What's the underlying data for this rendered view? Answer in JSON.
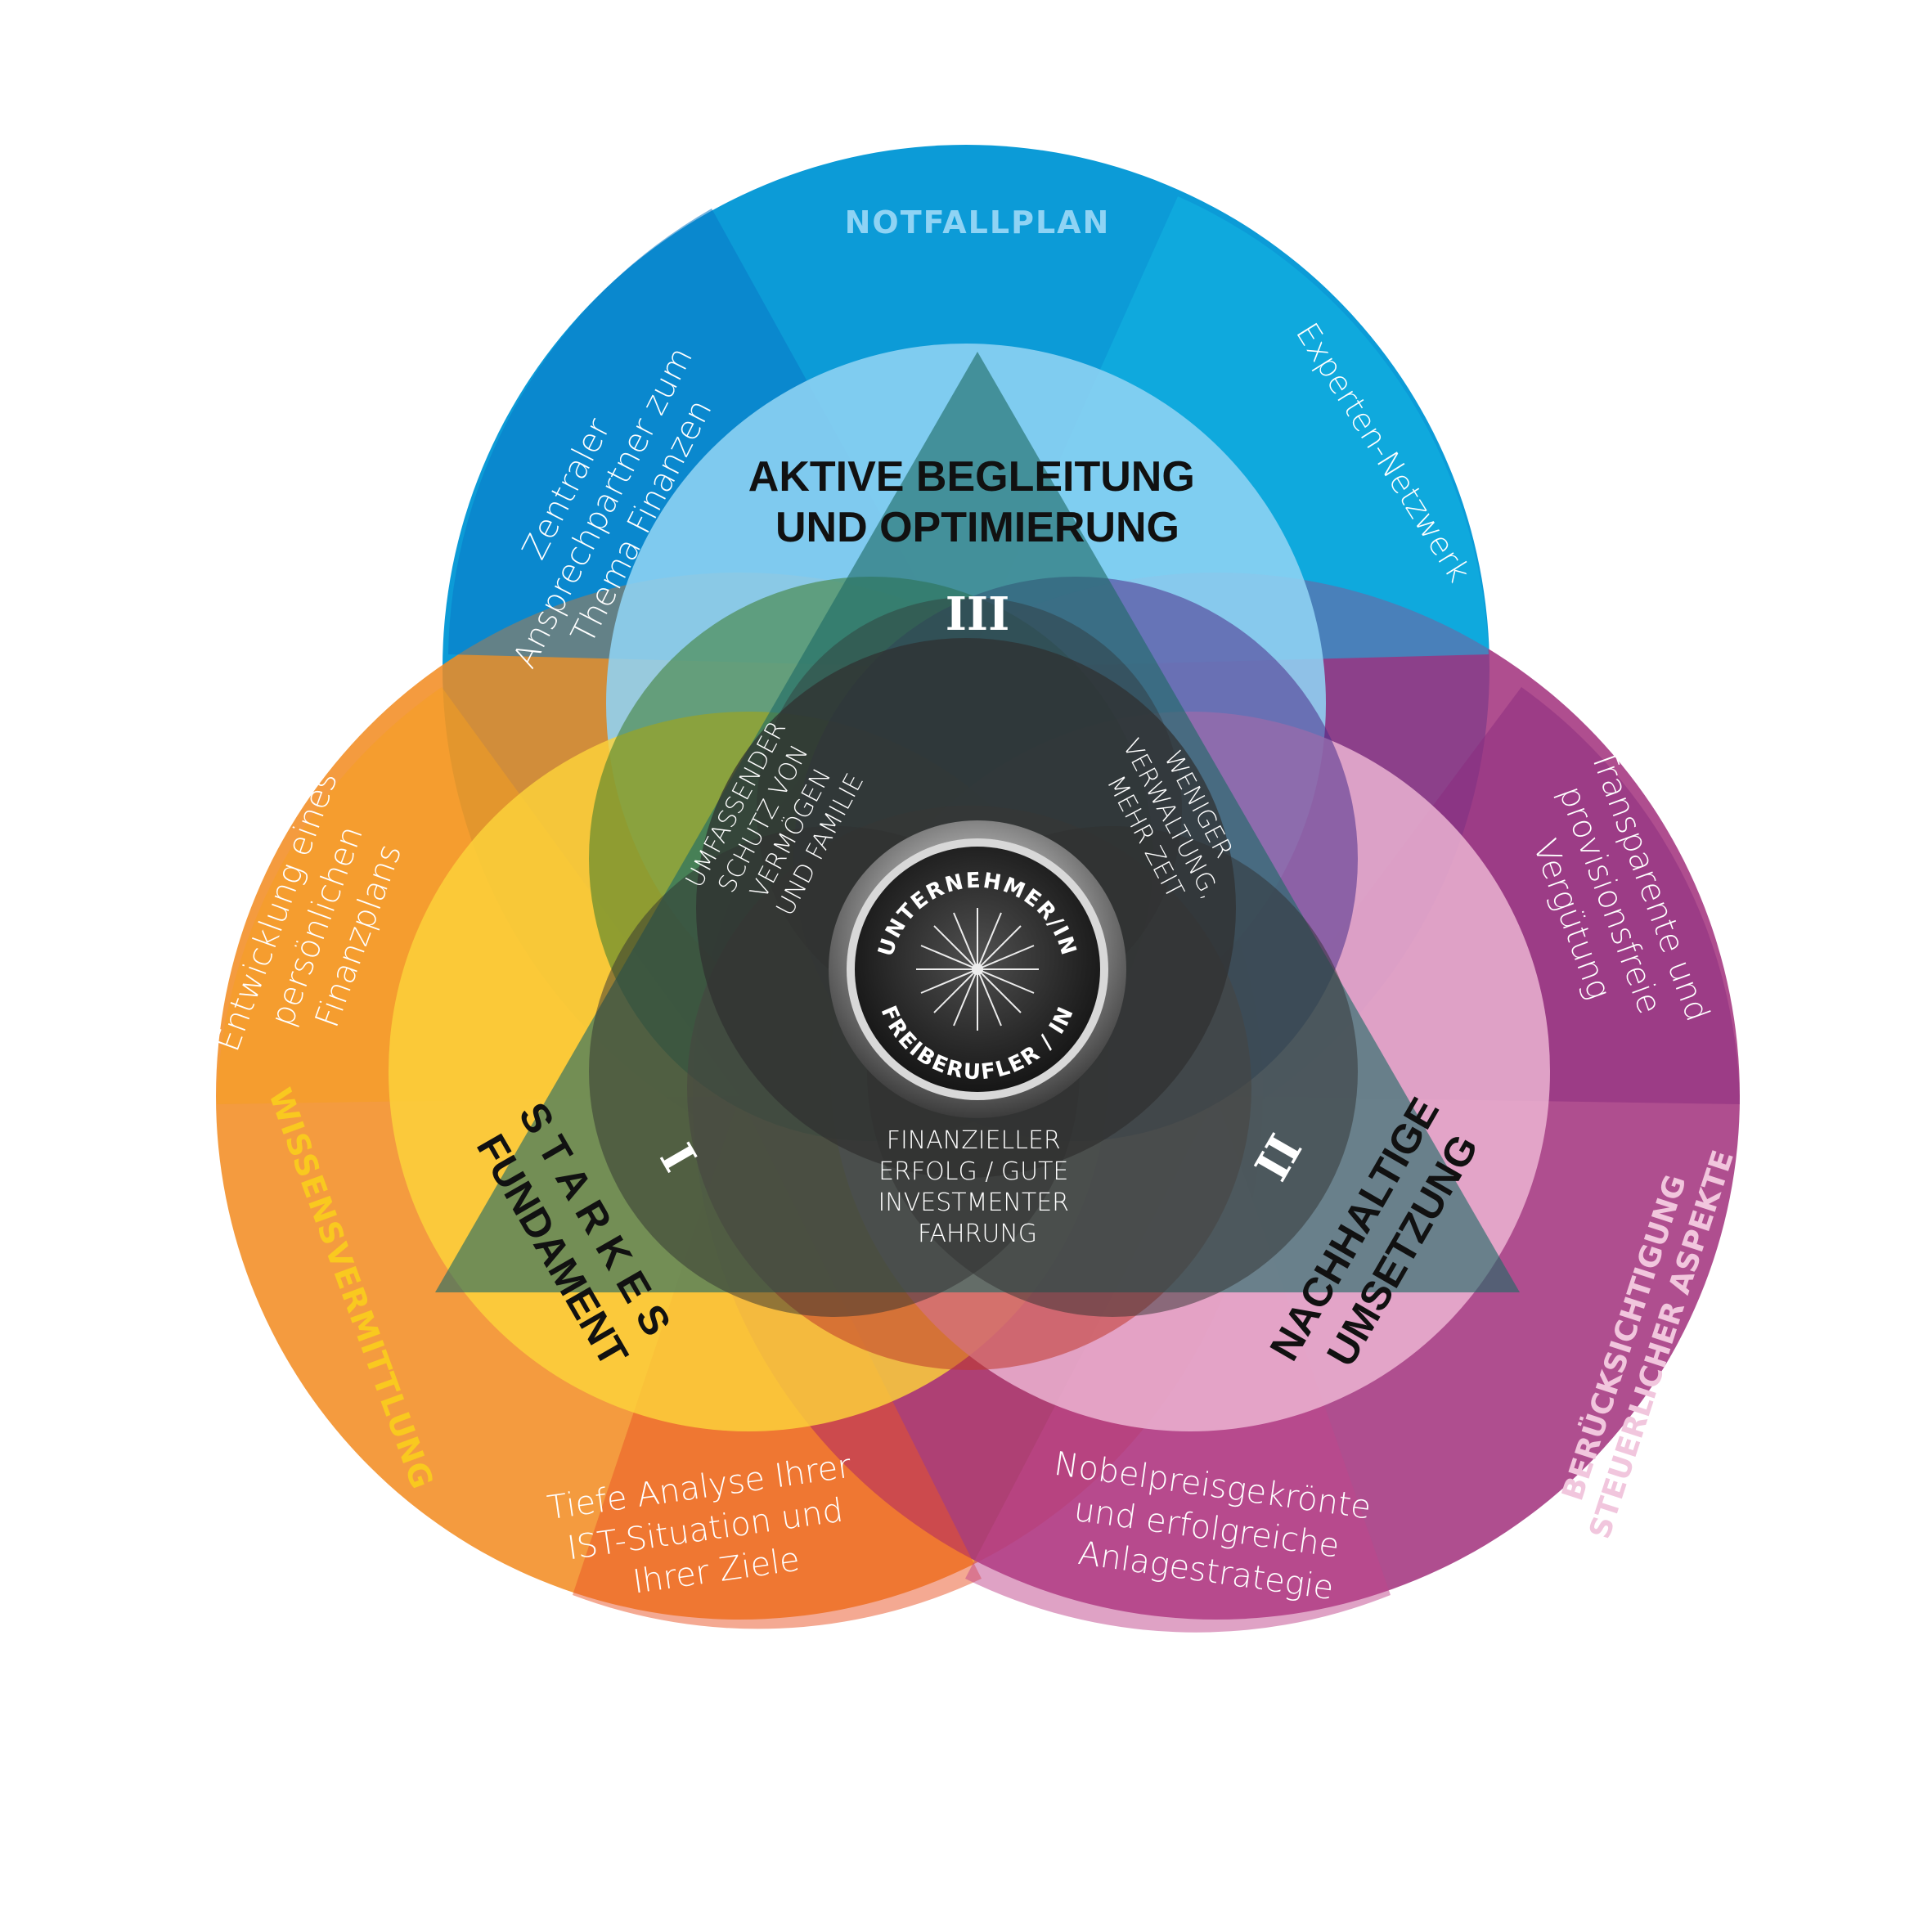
{
  "colors": {
    "blue_circle": "#0c9bd7",
    "orange_circle": "#f28a1f",
    "purple_circle": "#a2317d",
    "inner_light_blue": "#8fd3f4",
    "inner_yellow": "#fcd33a",
    "inner_pink": "#eeb7d4",
    "triangle": "#1e6a66",
    "center_dark": "#2f2f2f"
  },
  "top_circle": {
    "heading": "NOTFALLPLAN",
    "left_text": [
      "Zentraler",
      "Ansprechpartner zum",
      "Thema Finanzen"
    ],
    "right_text": "Experten-Netzwerk"
  },
  "left_circle": {
    "heading": "WISSENSVERMITTLUNG",
    "upper_text": [
      "Entwicklung eines",
      "persönlichen",
      "Finanzplans"
    ],
    "lower_text": [
      "Tiefe Analyse Ihrer",
      "IST-Situation und",
      "Ihrer Ziele"
    ]
  },
  "right_circle": {
    "heading": [
      "BERÜCKSICHTIGUNG",
      "STEUERLICHER ASPEKTE"
    ],
    "upper_text": [
      "Transparente und",
      "provisionsfreie",
      "Vergütung"
    ],
    "lower_text": [
      "Nobelpreisgekrönte",
      "und erfolgreiche",
      "Anlagestrategie"
    ]
  },
  "pillars": {
    "top": {
      "title": [
        "AKTIVE BEGLEITUNG",
        "UND OPTIMIERUNG"
      ],
      "numeral": "III"
    },
    "left": {
      "title": [
        "S T A R K E S",
        "FUNDAMENT"
      ],
      "numeral": "I"
    },
    "right": {
      "title": [
        "NACHHALTIGE",
        "UMSETZUNG"
      ],
      "numeral": "II"
    }
  },
  "benefits": {
    "left": [
      "UMFASSENDER",
      "SCHUTZ VON",
      "VERMÖGEN",
      "UND FAMILIE"
    ],
    "right": [
      "WENIGER",
      "VERWALTUNG,",
      "MEHR ZEIT"
    ],
    "bottom": [
      "FINANZIELLER",
      "ERFOLG / GUTE",
      "INVESTMENTER",
      "FAHRUNG"
    ]
  },
  "center": {
    "top_label": "UNTERNEHMER/IN",
    "bottom_label": "FREIBERUFLER / IN"
  }
}
